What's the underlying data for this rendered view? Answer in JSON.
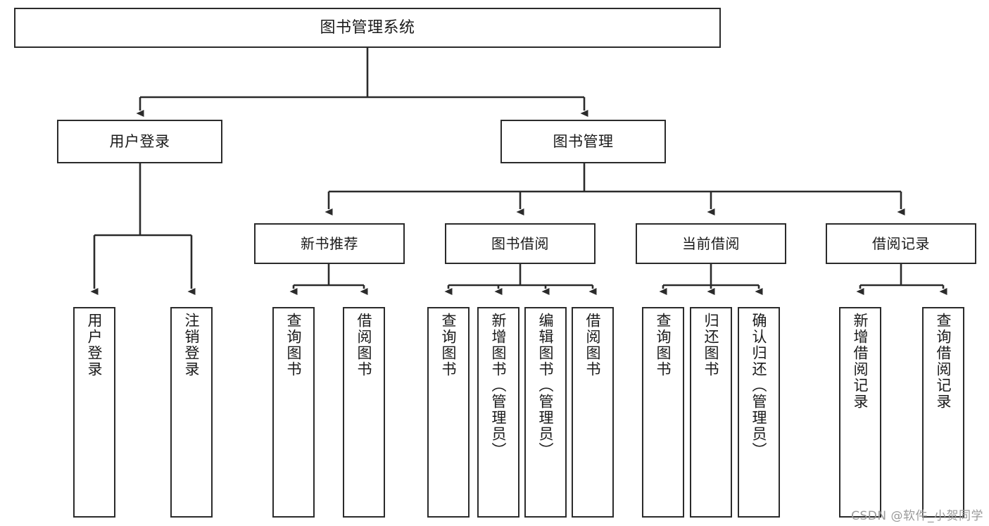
{
  "diagram": {
    "title_box": {
      "label": "图书管理系统"
    },
    "level2": [
      {
        "id": "user-login",
        "label": "用户登录"
      },
      {
        "id": "book-management",
        "label": "图书管理"
      }
    ],
    "level3": [
      {
        "id": "new-book-recommend",
        "label": "新书推荐"
      },
      {
        "id": "book-borrow",
        "label": "图书借阅"
      },
      {
        "id": "current-borrow",
        "label": "当前借阅"
      },
      {
        "id": "borrow-record",
        "label": "借阅记录"
      }
    ],
    "leaves": {
      "user_login": [
        {
          "id": "leaf-user-login",
          "label": "用户登录"
        },
        {
          "id": "leaf-logout",
          "label": "注销登录"
        }
      ],
      "new_book_recommend": [
        {
          "id": "leaf-query-book-1",
          "label": "查询图书"
        },
        {
          "id": "leaf-borrow-book-1",
          "label": "借阅图书"
        }
      ],
      "book_borrow": [
        {
          "id": "leaf-query-book-2",
          "label": "查询图书"
        },
        {
          "id": "leaf-add-book",
          "label": "新增图书（管理员）"
        },
        {
          "id": "leaf-edit-book",
          "label": "编辑图书（管理员）"
        },
        {
          "id": "leaf-borrow-book-2",
          "label": "借阅图书"
        }
      ],
      "current_borrow": [
        {
          "id": "leaf-query-book-3",
          "label": "查询图书"
        },
        {
          "id": "leaf-return-book",
          "label": "归还图书"
        },
        {
          "id": "leaf-confirm-return",
          "label": "确认归还（管理员）"
        }
      ],
      "borrow_record": [
        {
          "id": "leaf-add-record",
          "label": "新增借阅记录"
        },
        {
          "id": "leaf-query-record",
          "label": "查询借阅记录"
        }
      ]
    },
    "watermark": "CSDN @软件_小贺同学",
    "colors": {
      "stroke": "#2b2b2b",
      "fill": "#ffffff",
      "text": "#1a1a1a",
      "watermark": "#9a9a9a"
    }
  }
}
